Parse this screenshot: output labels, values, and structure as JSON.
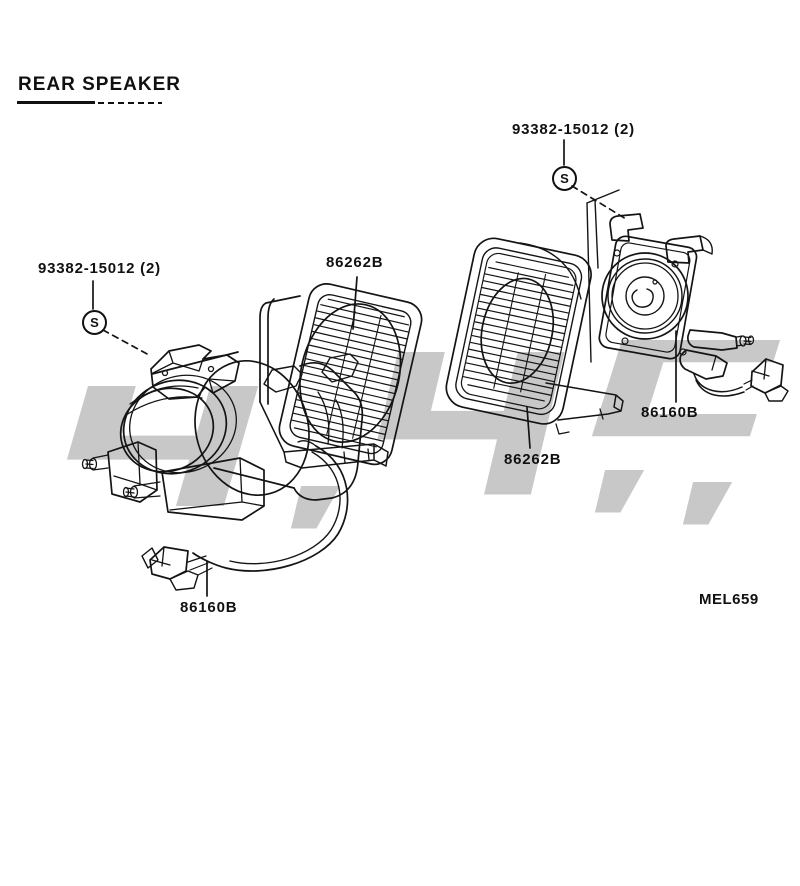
{
  "page": {
    "title": "REAR SPEAKER",
    "figure_code": "MEL659"
  },
  "colors": {
    "ink": "#141414",
    "watermark": "#c8c8c8",
    "paper": "#ffffff"
  },
  "callouts": {
    "screw_left": {
      "part_number": "93382-15012 (2)",
      "symbol": "S"
    },
    "screw_right": {
      "part_number": "93382-15012 (2)",
      "symbol": "S"
    },
    "grille_center": {
      "part_number": "86262B"
    },
    "grille_right": {
      "part_number": "86262B"
    },
    "speaker_left": {
      "part_number": "86160B"
    },
    "speaker_right": {
      "part_number": "86160B"
    }
  }
}
